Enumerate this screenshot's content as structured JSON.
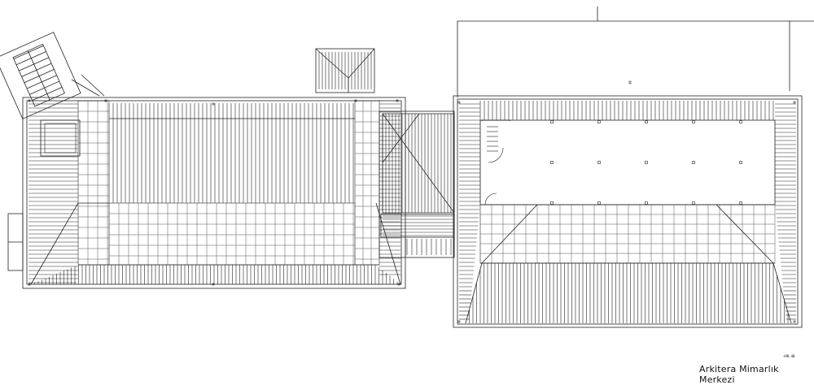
{
  "watermark": "Arkitera Mimarlık Merkezi",
  "scale_note": "+98.40",
  "drawing_type": "roof plan"
}
